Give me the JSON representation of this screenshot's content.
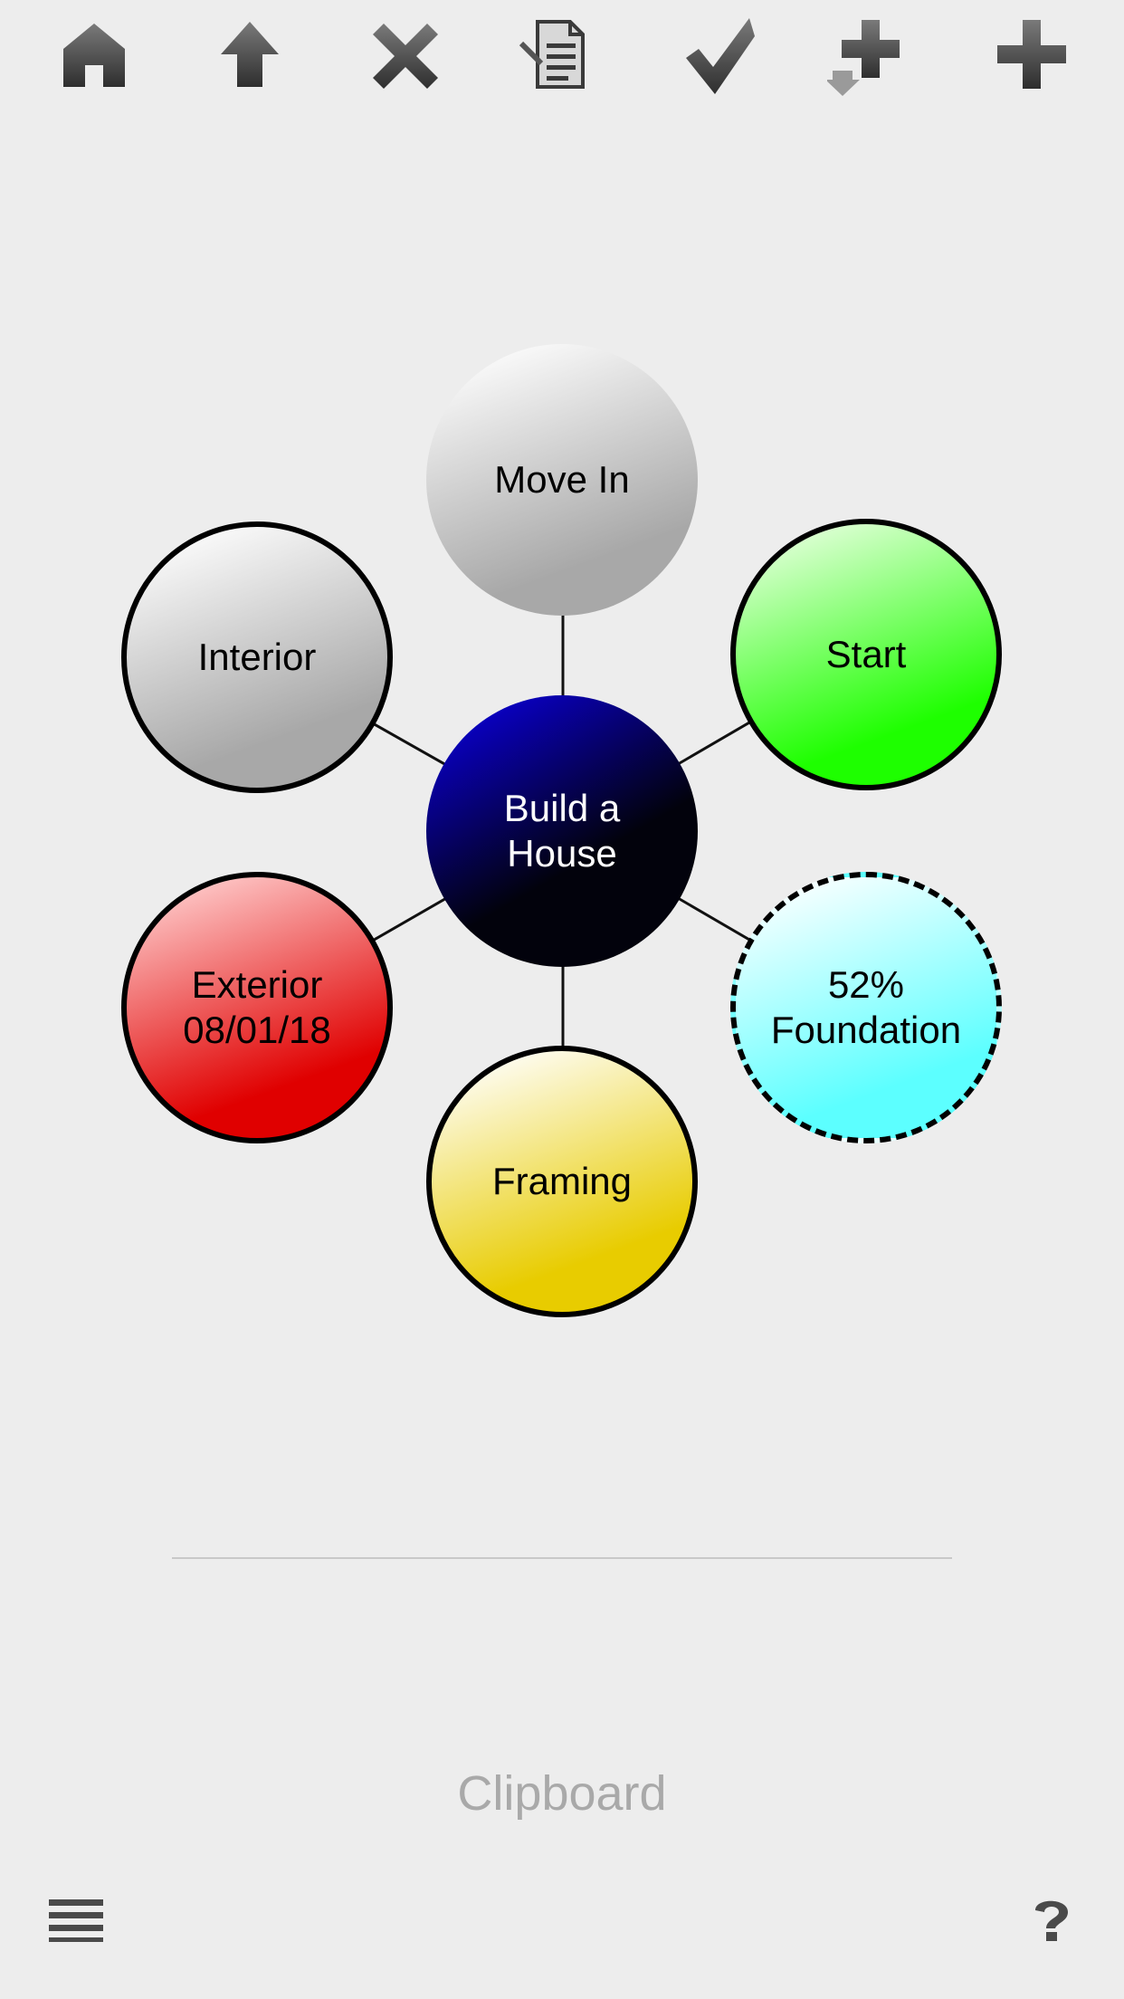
{
  "toolbar": {
    "icons": [
      "home-icon",
      "up-arrow-icon",
      "delete-icon",
      "notes-icon",
      "check-icon",
      "add-child-icon",
      "add-icon"
    ],
    "icon_color": "#4a4a4a"
  },
  "mindmap": {
    "center": {
      "label": "Build a\nHouse",
      "gradient": [
        "#0a00c8",
        "#02020c"
      ],
      "text_color": "#ffffff"
    },
    "nodes": {
      "move_in": {
        "label": "Move In",
        "gradient": [
          "#ffffff",
          "#a8a8a8"
        ],
        "border": "none"
      },
      "start": {
        "label": "Start",
        "gradient": [
          "#e8ffe0",
          "#1eff00"
        ],
        "border": "solid"
      },
      "interior": {
        "label": "Interior",
        "gradient": [
          "#ffffff",
          "#a8a8a8"
        ],
        "border": "solid"
      },
      "foundation": {
        "label": "52%\nFoundation",
        "gradient": [
          "#ffffff",
          "#5cffff"
        ],
        "border": "dashed"
      },
      "exterior": {
        "label": "Exterior\n08/01/18",
        "gradient": [
          "#ffd0d0",
          "#e00000"
        ],
        "border": "solid"
      },
      "framing": {
        "label": "Framing",
        "gradient": [
          "#ffffff",
          "#e8cc00"
        ],
        "border": "solid"
      }
    },
    "edge_color": "#111111"
  },
  "clipboard": {
    "label": "Clipboard"
  },
  "bottom": {
    "menu_icon": "hamburger-menu-icon",
    "help_icon": "help-icon"
  }
}
